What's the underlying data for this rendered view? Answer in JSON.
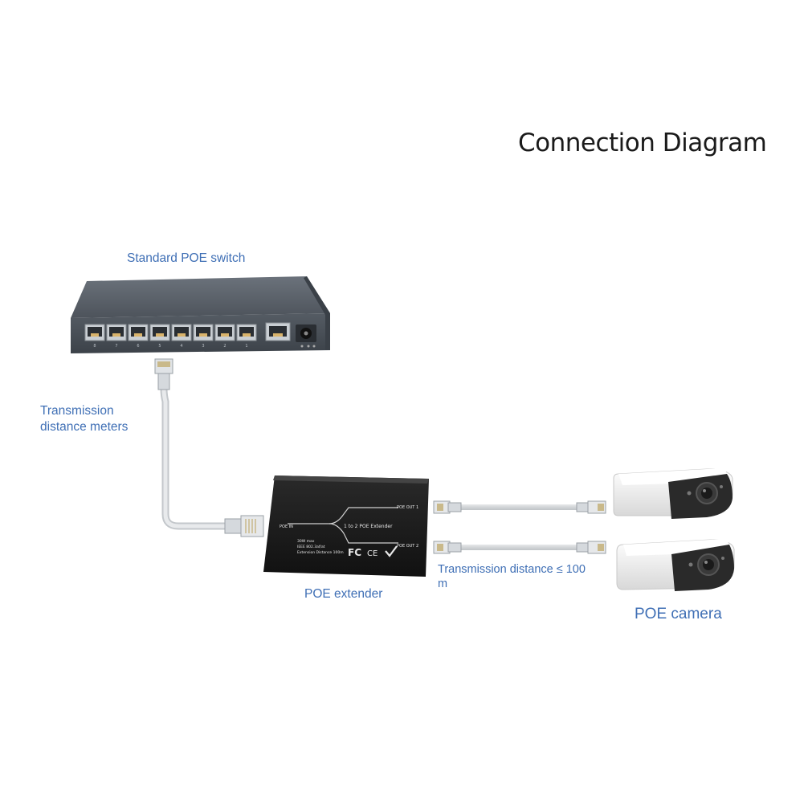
{
  "title": "Connection Diagram",
  "labels": {
    "switch": "Standard POE switch",
    "transmission_line1": "Transmission",
    "transmission_line2": "distance meters",
    "extender": "POE extender",
    "distance_line1": "Transmission distance ≤ 100",
    "distance_line2": "m",
    "camera": "POE camera"
  },
  "extender_panel": {
    "poe_in": "POE IN",
    "poe_out1": "POE OUT 1",
    "poe_out2": "POE OUT 2",
    "model": "1 to 2 POE Extender",
    "spec1": "30W max",
    "spec2": "IEEE 802.3af/at",
    "spec3": "Extension Distance 100m",
    "fc": "FC",
    "ce": "CE"
  },
  "switch_port_numbers": [
    "8",
    "7",
    "6",
    "5",
    "4",
    "3",
    "2",
    "1"
  ],
  "colors": {
    "label_blue": "#3f6fb5",
    "title": "#1a1a1a",
    "switch_body": "#4a5058",
    "extender_body": "#1c1c1c",
    "cable": "#d4d8dc",
    "camera_body": "#f2f2f2",
    "camera_face": "#2a2a2a"
  }
}
